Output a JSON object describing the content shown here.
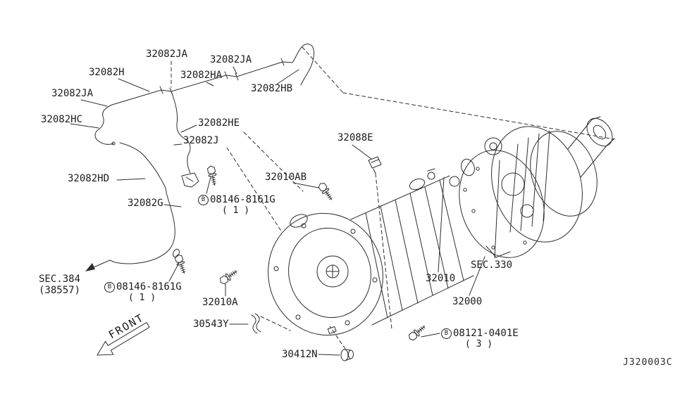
{
  "front_arrow_label": "FRONT",
  "diagram_code": "J320003C",
  "part_labels": [
    {
      "text": "32082JA"
    },
    {
      "text": "32082H"
    },
    {
      "text": "32082JA"
    },
    {
      "text": "32082JA"
    },
    {
      "text": "32082HA"
    },
    {
      "text": "32082HB"
    },
    {
      "text": "32082HC"
    },
    {
      "text": "32082HE"
    },
    {
      "text": "32082J"
    },
    {
      "text": "32088E"
    },
    {
      "text": "32082HD"
    },
    {
      "text": "32010AB"
    },
    {
      "text": "32082G"
    },
    {
      "text": "32010A"
    },
    {
      "text": "30543Y"
    },
    {
      "text": "30412N"
    },
    {
      "text": "32010"
    },
    {
      "text": "32000"
    }
  ],
  "fastener_labels": [
    {
      "badge": "B",
      "number": "08146-8161G",
      "qty": "( 1 )"
    },
    {
      "badge": "B",
      "number": "08146-8161G",
      "qty": "( 1 )"
    },
    {
      "badge": "B",
      "number": "08121-0401E",
      "qty": "( 3 )"
    }
  ],
  "section_refs": [
    {
      "line1": "SEC.384",
      "line2": "(38557)"
    },
    {
      "line1": "SEC.330",
      "line2": ""
    }
  ]
}
